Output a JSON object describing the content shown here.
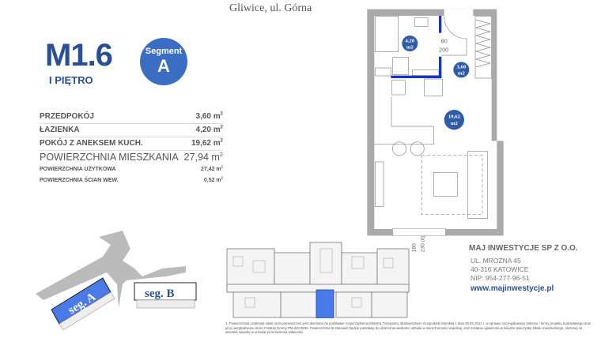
{
  "header": {
    "location": "Gliwice, ul. Górna"
  },
  "apartment": {
    "code": "M1.6",
    "floor": "I PIĘTRO",
    "segment_label": "Segment",
    "segment": "A"
  },
  "rooms": [
    {
      "name": "PRZEDPOKÓJ",
      "area": "3,60 m",
      "unit_sup": "2"
    },
    {
      "name": "ŁAZIENKA",
      "area": "4,20 m",
      "unit_sup": "2"
    },
    {
      "name": "POKÓJ Z ANEKSEM KUCH.",
      "area": "19,62 m",
      "unit_sup": "2"
    }
  ],
  "total": {
    "name": "POWIERZCHNIA MIESZKANIA",
    "area": "27,94 m",
    "unit_sup": "2"
  },
  "extra": [
    {
      "name": "POWIERZCHNIA UŻYTKOWA",
      "area": "27,42 m",
      "unit_sup": "2"
    },
    {
      "name": "POWIERZCHNIA ŚCIAN WEW.",
      "area": "0,52 m",
      "unit_sup": "2"
    }
  ],
  "plan": {
    "labels": [
      {
        "area": "4,20",
        "unit": "m2"
      },
      {
        "area": "3,60",
        "unit": "m2"
      },
      {
        "area": "19,62",
        "unit": "m2"
      }
    ],
    "door_dim_top": "80",
    "door_dim_bottom": "200",
    "dim_1": "180",
    "dim_2": "230 (0)"
  },
  "site": {
    "seg_a": "seg. A",
    "seg_b": "seg. B"
  },
  "company": {
    "name": "MAJ INWESTYCJE SP Z O.O.",
    "street": "UL. MROŻNA 45",
    "city": "40-316 KATOWICE",
    "nip": "NIP: 954-277-96-51",
    "website": "www.majinwestycje.pl"
  },
  "footnote": "1. Powierzchnia użytkowa lokali oraz pomieszczeń jest określona na podstawie rozporządzenia Ministra Transportu, Budownictwa i Gospodarki Morskiej z dnia 25.04.2012 r. w sprawie szczegółowego zakresu i formy projektu budowlanego oraz przy uwzględnieniu treści Polskiej Normy PN-ISO 9836. Powierzchnia ta stanowić będzie podstawę do obliczenia wielkości udziału w nieruchomości wspólnej oraz zostanie ujawniona w księdze wieczystej lokalu mieszkalnego, złożonej na wniosek zawarty w umowie przeniesienia własności.",
  "colors": {
    "brand_blue": "#2b4f95",
    "circle_blue": "#3b6ec3",
    "highlight": "#4a7ae8",
    "wall": "#aaaaaa"
  }
}
